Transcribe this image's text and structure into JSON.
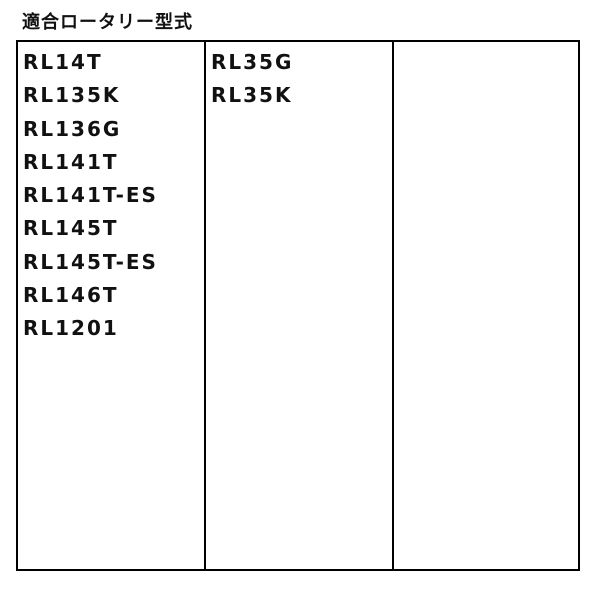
{
  "title": "適合ロータリー型式",
  "columns": [
    {
      "items": [
        "RL14T",
        "RL135K",
        "RL136G",
        "RL141T",
        "RL141T-ES",
        "RL145T",
        "RL145T-ES",
        "RL146T",
        "RL1201"
      ]
    },
    {
      "items": [
        "RL35G",
        "RL35K"
      ]
    },
    {
      "items": []
    }
  ]
}
